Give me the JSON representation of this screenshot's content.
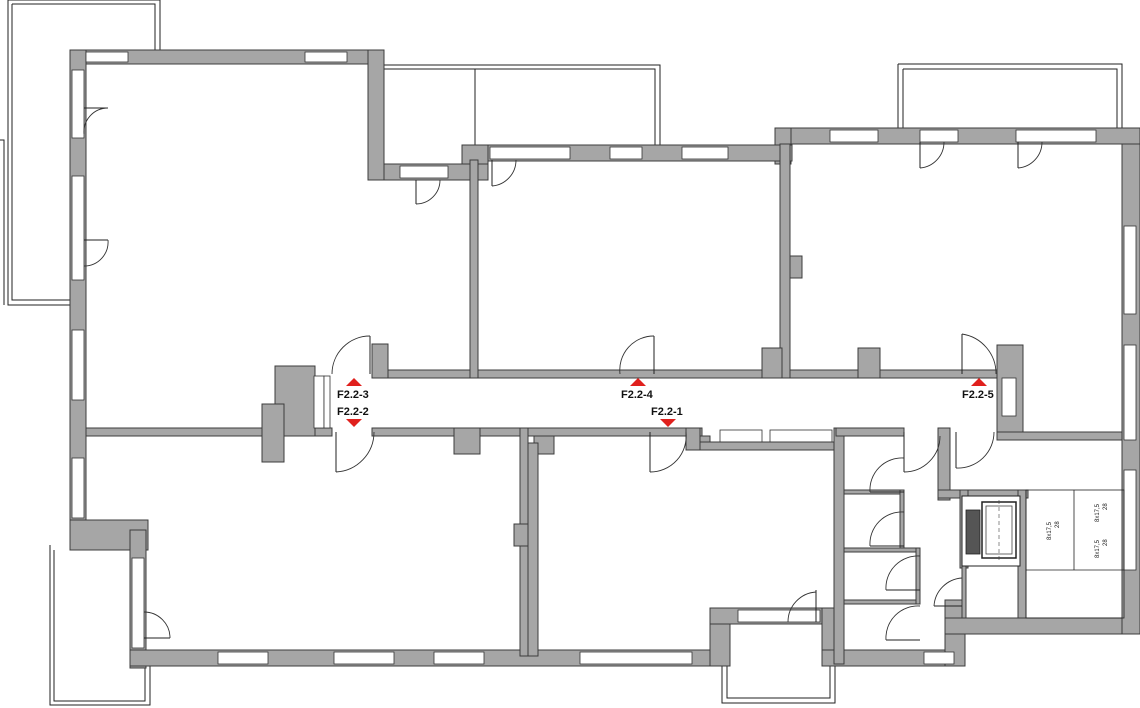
{
  "plan": {
    "rooms": [
      {
        "id": "F2.2-3",
        "label": "F2.2-3",
        "marker": "up"
      },
      {
        "id": "F2.2-2",
        "label": "F2.2-2",
        "marker": "down"
      },
      {
        "id": "F2.2-4",
        "label": "F2.2-4",
        "marker": "up"
      },
      {
        "id": "F2.2-1",
        "label": "F2.2-1",
        "marker": "down"
      },
      {
        "id": "F2.2-5",
        "label": "F2.2-5",
        "marker": "up"
      }
    ],
    "stairs": {
      "flight_a_steps": "8x17,5",
      "flight_a_tread": "28",
      "flight_b_steps": "8x17,5",
      "flight_b_tread": "28",
      "flight_c_steps": "8x17,5",
      "flight_c_tread": "28"
    },
    "colors": {
      "wall": "#a6a6a6",
      "marker": "#e0201d"
    }
  }
}
